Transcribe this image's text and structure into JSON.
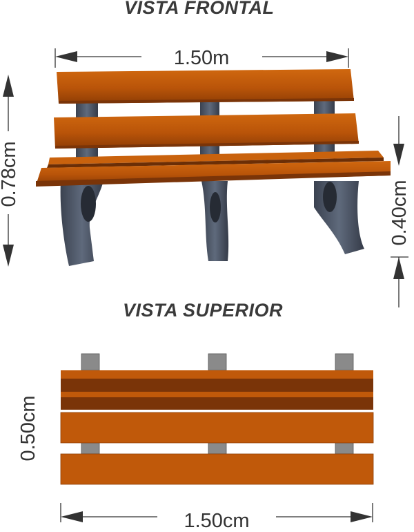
{
  "views": {
    "front_title": "VISTA FRONTAL",
    "top_title": "VISTA SUPERIOR"
  },
  "dimensions": {
    "front_width": "1.50m",
    "front_height": "0.78cm",
    "seat_height": "0.40cm",
    "top_depth": "0.50cm",
    "top_width": "1.50cm"
  },
  "colors": {
    "wood": "#c0590a",
    "wood_dark": "#7a3408",
    "leg": "#4a5262",
    "post": "#8a8a8a",
    "line": "#333333"
  }
}
